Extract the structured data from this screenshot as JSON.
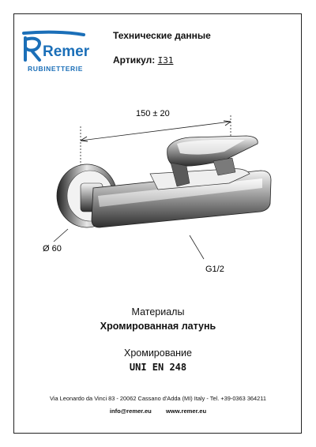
{
  "brand": {
    "logo_text": "Remer",
    "subtitle": "RUBINETTERIE"
  },
  "header": {
    "title": "Технические данные",
    "article_label": "Артикул:",
    "article_code": "I31"
  },
  "drawing": {
    "width_dimension": "150 ± 20",
    "diameter_label": "Ø 60",
    "thread_label": "G1/2"
  },
  "specs": {
    "materials_label": "Материалы",
    "materials_value": "Хромированная латунь",
    "chrome_label": "Хромирование",
    "chrome_value": "UNI EN 248"
  },
  "footer": {
    "address": "Via Leonardo da Vinci 83 - 20062 Cassano d'Adda (MI) Italy - Tel. +39-0363 364211",
    "email": "info@remer.eu",
    "website": "www.remer.eu"
  },
  "colors": {
    "brand_blue": "#1b6fb8",
    "chrome_dark": "#3a3a3a"
  }
}
